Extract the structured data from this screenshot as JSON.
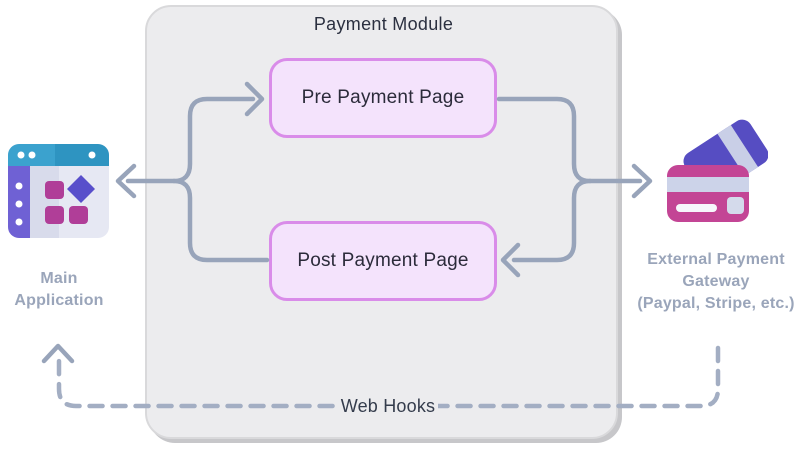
{
  "title": "Payment Module",
  "nodes": {
    "pre_payment": "Pre Payment Page",
    "post_payment": "Post Payment Page",
    "main_application": {
      "line1": "Main",
      "line2": "Application"
    },
    "external_gateway": {
      "line1": "External Payment",
      "line2": "Gateway",
      "line3": "(Paypal, Stripe, etc.)"
    }
  },
  "edges": {
    "web_hooks": "Web Hooks"
  },
  "colors": {
    "panel_bg": "#ececee",
    "panel_shadow": "#c7c7ca",
    "node_fill": "#f4e3fc",
    "node_border": "#d98ce9",
    "connector": "#98a4ba",
    "webhook_dash": "#a3aec3",
    "side_label_text": "#9aa5ba",
    "dark_text": "#2b3040",
    "icon_teal_light": "#3ba2ce",
    "icon_teal_dark": "#2e94c1",
    "icon_sidebar_purple": "#6f61d4",
    "icon_square_magenta": "#b03e98",
    "icon_diamond_indigo": "#584fcb",
    "card_back_indigo": "#564dc2",
    "card_front_pink": "#c34595",
    "card_stripe": "#ccd3e9"
  }
}
